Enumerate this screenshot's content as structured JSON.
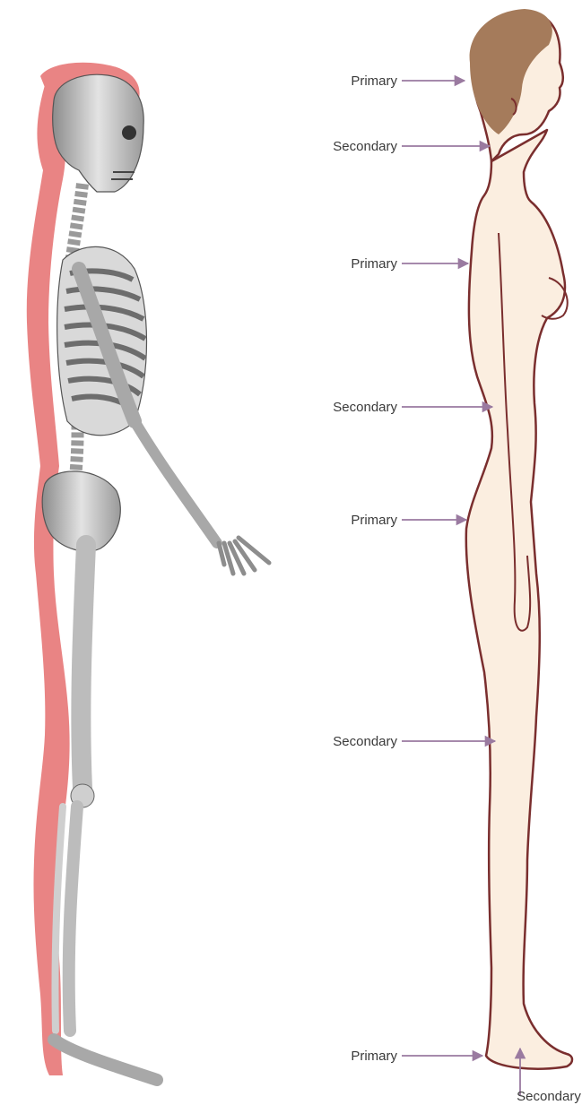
{
  "figure": {
    "labels": [
      {
        "id": "head",
        "text": "Primary"
      },
      {
        "id": "neck",
        "text": "Secondary"
      },
      {
        "id": "upper-back",
        "text": "Primary"
      },
      {
        "id": "lower-back",
        "text": "Secondary"
      },
      {
        "id": "buttocks",
        "text": "Primary"
      },
      {
        "id": "back-of-knee",
        "text": "Secondary"
      },
      {
        "id": "heel",
        "text": "Primary"
      },
      {
        "id": "sole",
        "text": "Secondary"
      }
    ]
  },
  "colors": {
    "skin": "#fbeee0",
    "outline": "#7a2e2e",
    "hair": "#a57b5b",
    "arrow": "#9a7aa0",
    "muscle": "#e05a5a",
    "bone": "#b8b8b8"
  }
}
